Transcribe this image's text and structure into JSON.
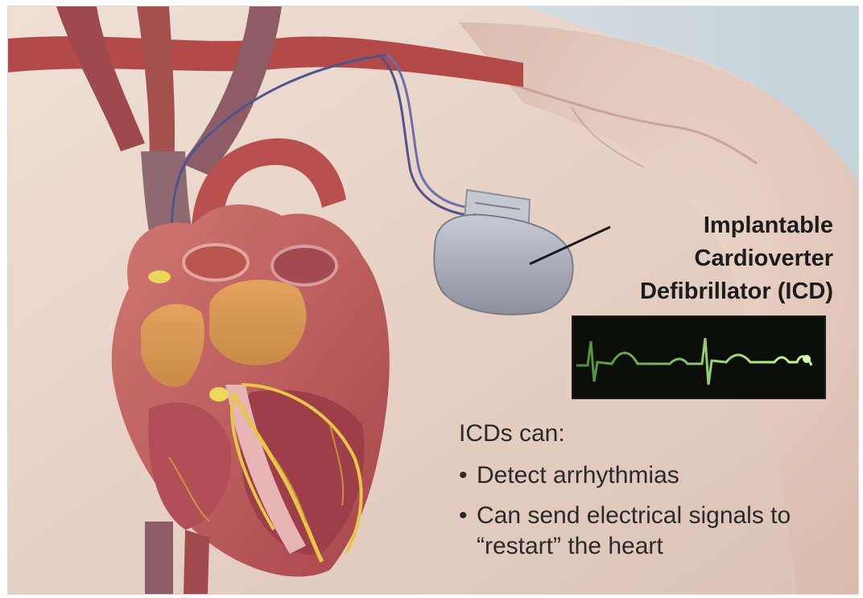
{
  "device_label": {
    "line1": "Implantable",
    "line2": "Cardioverter",
    "line3": "Defibrillator (ICD)"
  },
  "info": {
    "intro": "ICDs can:",
    "bullets": [
      "Detect arrhythmias",
      "Can send electrical signals to “restart” the heart"
    ],
    "bullet_symbol": "•"
  },
  "colors": {
    "skin": "#e8d3c7",
    "artery": "#b24a47",
    "heart_wall": "#c9626a",
    "conduction": "#e6c74a",
    "device": "#a7a9b6",
    "ecg_trace": "#8fe06a",
    "ecg_background": "#0a0d08"
  }
}
